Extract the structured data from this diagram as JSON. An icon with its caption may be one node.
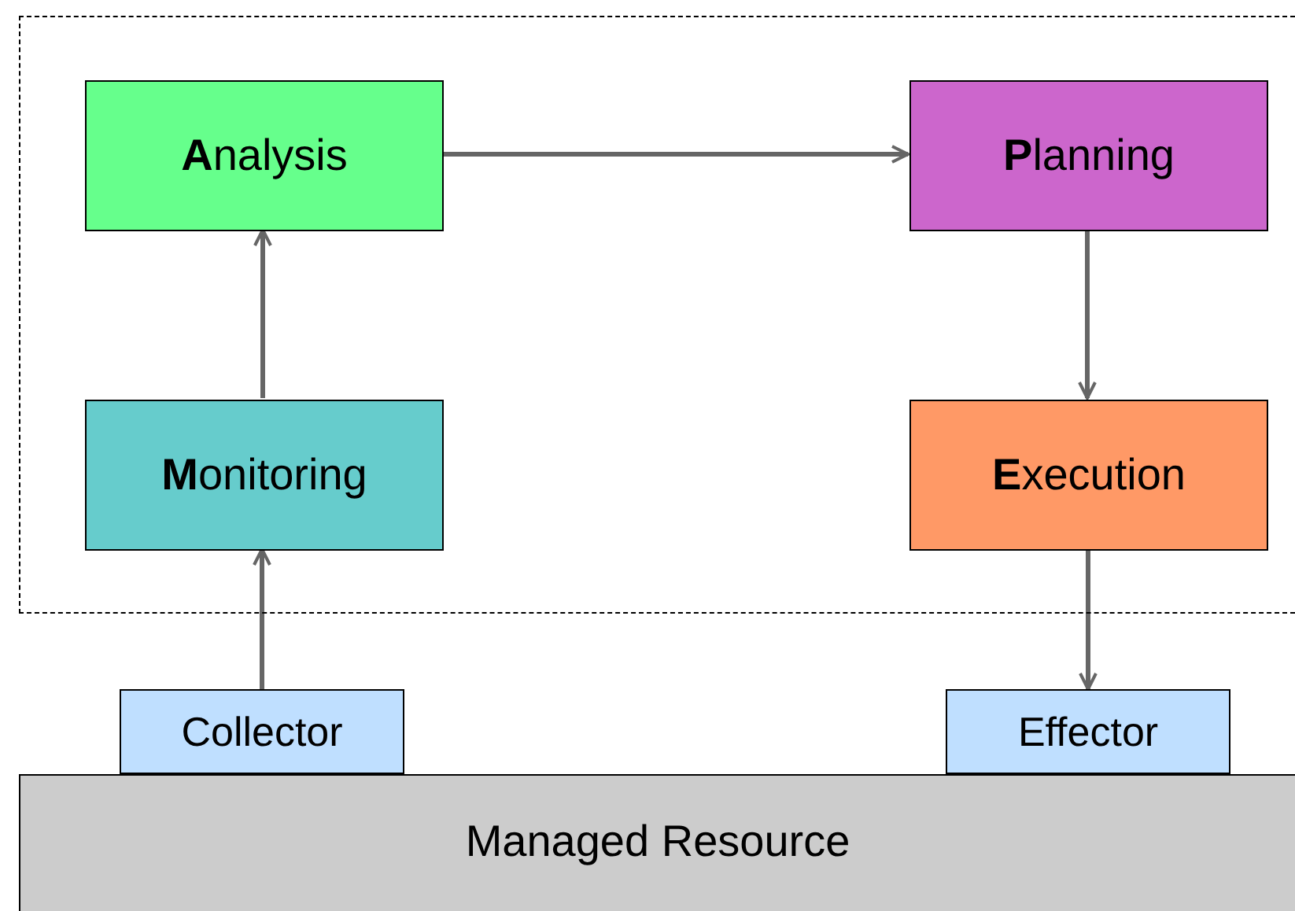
{
  "diagram": {
    "nodes": [
      {
        "text": [],
        "shape": "box"
      },
      {
        "text": [
          "**A**nalysis"
        ],
        "in": 0
      },
      {
        "text": [
          "**P**lanning"
        ],
        "in": 0
      },
      {
        "text": [
          "**M**onitoring"
        ],
        "in": 0
      },
      {
        "text": [
          "**E**xecution"
        ],
        "in": 0
      },
      {
        "text": [
          "Collector"
        ]
      },
      {
        "text": [
          "Effector"
        ]
      },
      {
        "text": [
          "Managed Resource"
        ]
      }
    ],
    "edges": [
      {
        "from": 3,
        "to": 1,
        "arrow": "to"
      },
      {
        "from": 1,
        "to": 2,
        "arrow": "to"
      },
      {
        "from": 2,
        "to": 4,
        "arrow": "to"
      },
      {
        "from": 5,
        "to": 3,
        "arrow": "to"
      },
      {
        "from": 4,
        "to": 6,
        "arrow": "to"
      }
    ]
  }
}
